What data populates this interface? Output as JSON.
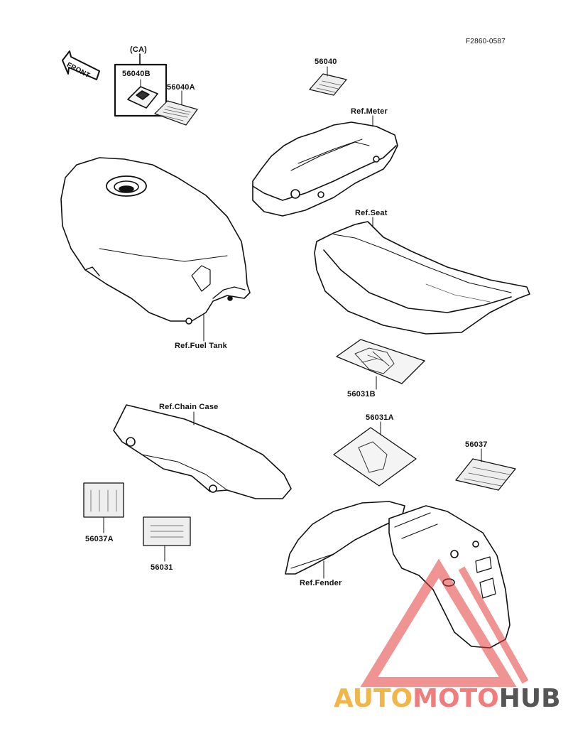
{
  "figure_code": "F2860-0587",
  "front_label": "FRONT",
  "region_label": "(CA)",
  "labels": {
    "p56040B": "56040B",
    "p56040A": "56040A",
    "p56040": "56040",
    "ref_meter": "Ref.Meter",
    "ref_seat": "Ref.Seat",
    "ref_fuel_tank": "Ref.Fuel Tank",
    "p56031B": "56031B",
    "ref_chain_case": "Ref.Chain Case",
    "p56031A": "56031A",
    "p56037": "56037",
    "p56037A": "56037A",
    "p56031": "56031",
    "ref_fender": "Ref.Fender"
  },
  "watermark": {
    "part1": "AUTO",
    "part2": "MOTO",
    "part3": "HUB",
    "colors": {
      "part1": "#f0b64a",
      "part2": "#f07c7c",
      "part3": "#555555",
      "triangle": "#e23a3a"
    }
  }
}
